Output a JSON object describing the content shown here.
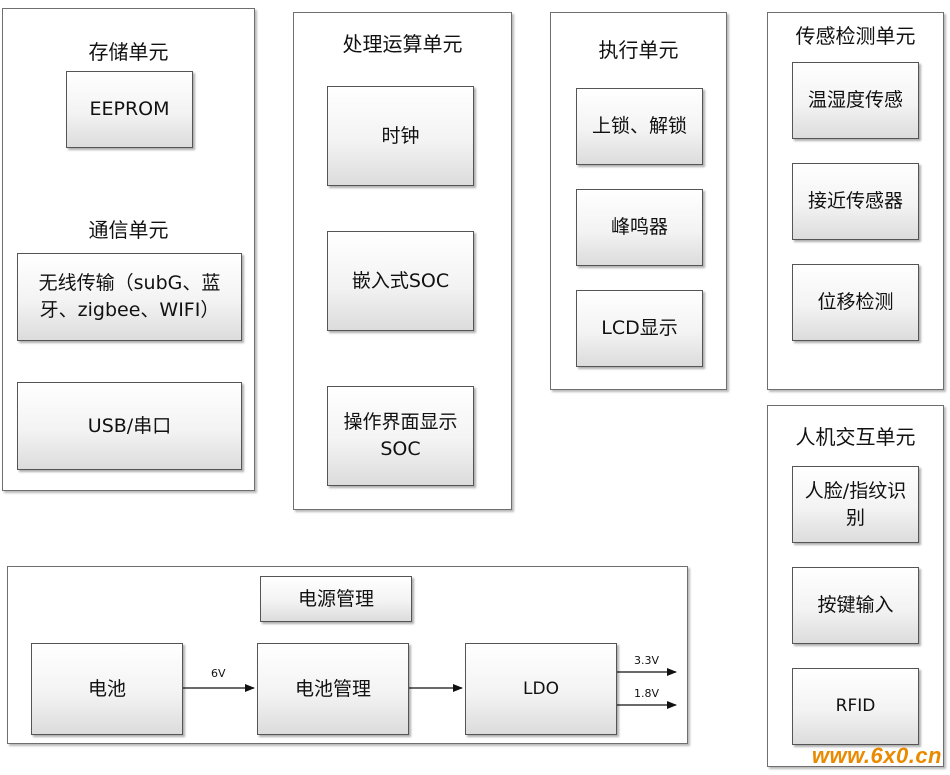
{
  "storage": {
    "title": "存储单元",
    "eeprom": "EEPROM"
  },
  "comm": {
    "title": "通信单元",
    "wireless": "无线传输（subG、蓝牙、zigbee、WIFI）",
    "usb": "USB/串口"
  },
  "processing": {
    "title": "处理运算单元",
    "clock": "时钟",
    "soc": "嵌入式SOC",
    "ui_soc_line1": "操作界面显示",
    "ui_soc_line2": "SOC"
  },
  "execution": {
    "title": "执行单元",
    "lock": "上锁、解锁",
    "buzzer": "峰鸣器",
    "lcd": "LCD显示"
  },
  "sensing": {
    "title": "传感检测单元",
    "temp_humidity": "温湿度传感",
    "proximity": "接近传感器",
    "displacement": "位移检测"
  },
  "hmi": {
    "title": "人机交互单元",
    "face_line1": "人脸/指纹识",
    "face_line2": "别",
    "keys": "按键输入",
    "rfid": "RFID"
  },
  "power": {
    "title": "电源管理",
    "battery": "电池",
    "battery_mgmt": "电池管理",
    "ldo": "LDO",
    "v_in": "6V",
    "v_out1": "3.3V",
    "v_out2": "1.8V"
  },
  "watermark": "www.6x0.cn",
  "colors": {
    "watermark": "#e98a00",
    "border": "#555555"
  }
}
